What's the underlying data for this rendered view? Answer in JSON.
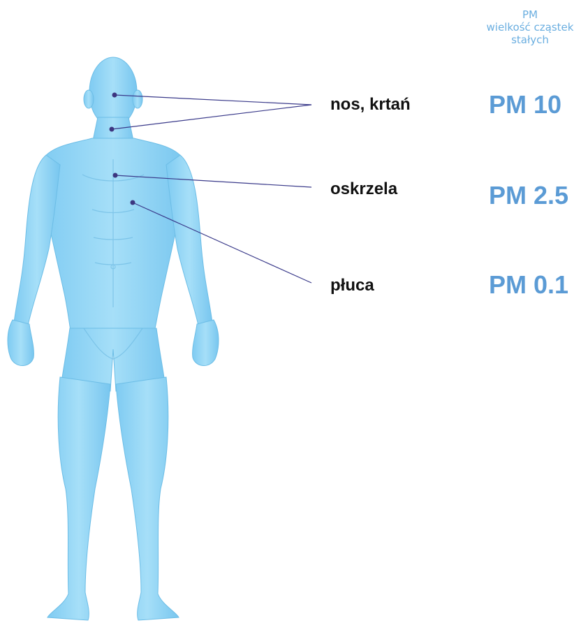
{
  "header": {
    "line1": "PM",
    "line2": "wielkość cząstek",
    "line3": "stałych"
  },
  "rows": [
    {
      "organ": "nos, krtań",
      "pm": "PM 10"
    },
    {
      "organ": "oskrzela",
      "pm": "PM 2.5"
    },
    {
      "organ": "płuca",
      "pm": "PM 0.1"
    }
  ],
  "colors": {
    "body": "#8dd4f5",
    "body_shade": "#6fc0ea",
    "body_light": "#b2e4fa",
    "leader": "#3a3a8a",
    "dot": "#3d3680",
    "pm_value": "#5b9bd5",
    "header": "#6aaee0",
    "organ_label": "#111111"
  }
}
